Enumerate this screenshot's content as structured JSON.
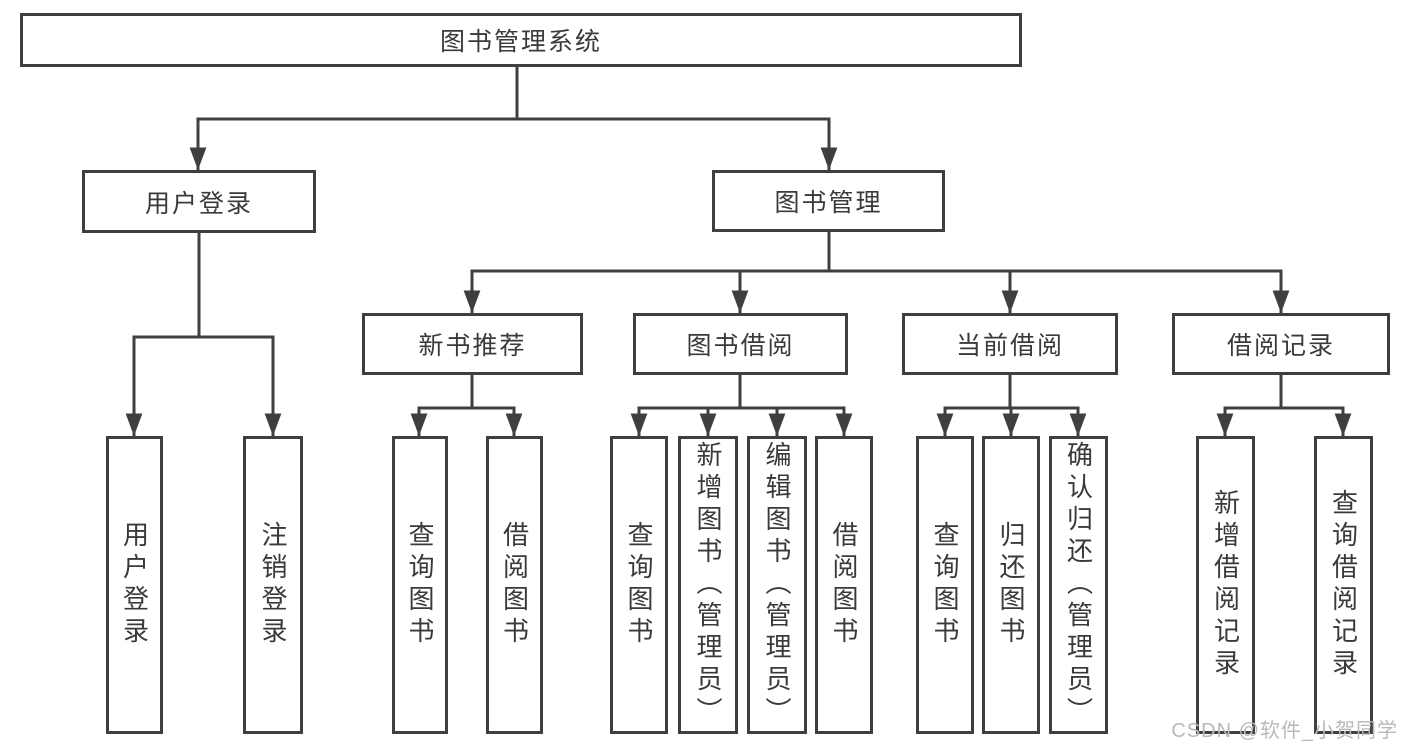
{
  "tree": {
    "root": {
      "label": "图书管理系统",
      "children": [
        {
          "label": "用户登录",
          "children": [
            {
              "label": "用户登录"
            },
            {
              "label": "注销登录"
            }
          ]
        },
        {
          "label": "图书管理",
          "children": [
            {
              "label": "新书推荐",
              "children": [
                {
                  "label": "查询图书"
                },
                {
                  "label": "借阅图书"
                }
              ]
            },
            {
              "label": "图书借阅",
              "children": [
                {
                  "label": "查询图书"
                },
                {
                  "label": "新增图书（管理员）"
                },
                {
                  "label": "编辑图书（管理员）"
                },
                {
                  "label": "借阅图书"
                }
              ]
            },
            {
              "label": "当前借阅",
              "children": [
                {
                  "label": "查询图书"
                },
                {
                  "label": "归还图书"
                },
                {
                  "label": "确认归还（管理员）"
                }
              ]
            },
            {
              "label": "借阅记录",
              "children": [
                {
                  "label": "新增借阅记录"
                },
                {
                  "label": "查询借阅记录"
                }
              ]
            }
          ]
        }
      ]
    }
  },
  "watermark": {
    "text": "CSDN @软件_小贺同学"
  },
  "colors": {
    "line": "#3f3f3f",
    "box_border": "#3f3f3f",
    "box_text": "#3a3a3a",
    "background": "#ffffff",
    "watermark_text": "#b9b9b9"
  }
}
